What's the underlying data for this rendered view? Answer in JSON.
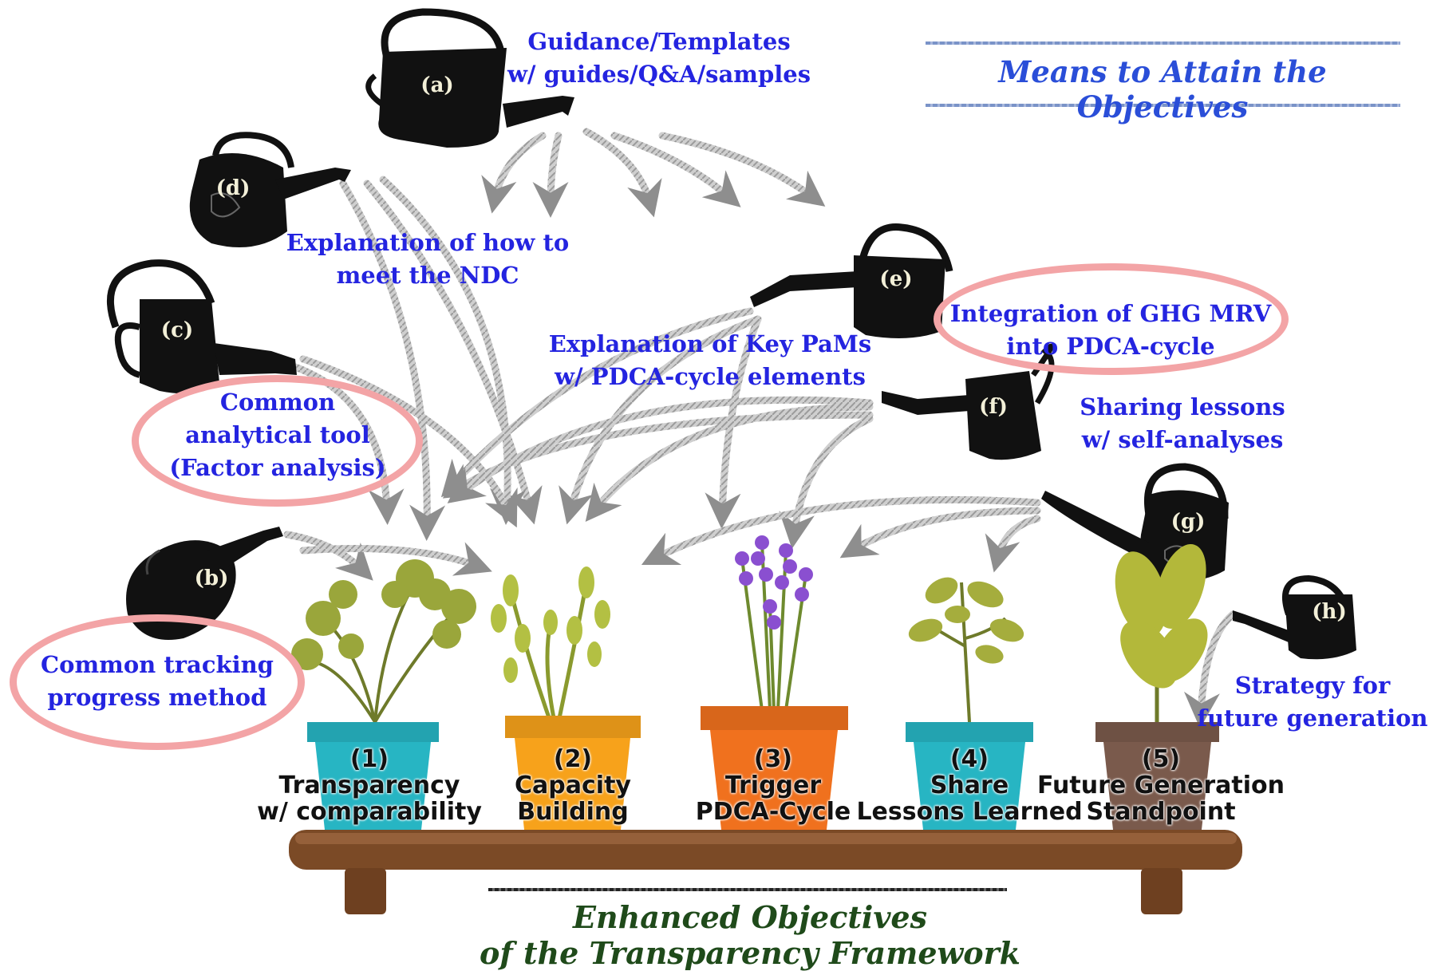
{
  "header": {
    "title": "Means to Attain the Objectives"
  },
  "footer": {
    "title_line1": "Enhanced Objectives",
    "title_line2": "of the Transparency Framework"
  },
  "cans": {
    "a": {
      "letter": "(a)",
      "line1": "Guidance/Templates",
      "line2": "w/ guides/Q&A/samples"
    },
    "b": {
      "letter": "(b)",
      "line1": "Common tracking",
      "line2": "progress method"
    },
    "c": {
      "letter": "(c)",
      "line1": "Common",
      "line2": "analytical tool",
      "line3": "(Factor analysis)"
    },
    "d": {
      "letter": "(d)",
      "line1": "Explanation of how to",
      "line2": "meet the NDC"
    },
    "e": {
      "letter": "(e)",
      "line1": "Integration of GHG MRV",
      "line2": "into PDCA-cycle"
    },
    "e_key": {
      "line1": "Explanation of Key PaMs",
      "line2": "w/ PDCA-cycle elements"
    },
    "f": {
      "letter": "(f)",
      "line1": "Sharing lessons",
      "line2": "w/ self-analyses"
    },
    "g": {
      "letter": "(g)"
    },
    "h": {
      "letter": "(h)",
      "line1": "Strategy for",
      "line2": "future generation"
    }
  },
  "pots": [
    {
      "number": "(1)",
      "line1": "Transparency",
      "line2": "w/ comparability",
      "color": "#27b5c3"
    },
    {
      "number": "(2)",
      "line1": "Capacity",
      "line2": "Building",
      "color": "#f7a21b"
    },
    {
      "number": "(3)",
      "line1": "Trigger",
      "line2": "PDCA-Cycle",
      "color": "#f0711e"
    },
    {
      "number": "(4)",
      "line1": "Share",
      "line2": "Lessons Learned",
      "color": "#27b5c3"
    },
    {
      "number": "(5)",
      "line1": "Future Generation",
      "line2": "Standpoint",
      "color": "#7a5a4c"
    }
  ],
  "highlighted": [
    "Integration of GHG MRV into PDCA-cycle",
    "Common analytical tool (Factor analysis)",
    "Common tracking progress method"
  ],
  "colors": {
    "label_text": "#2424e0",
    "highlight_oval": "#f3a4a6",
    "arrow": "#9a9a9a",
    "shelf": "#7b4a26",
    "can": "#111111"
  }
}
